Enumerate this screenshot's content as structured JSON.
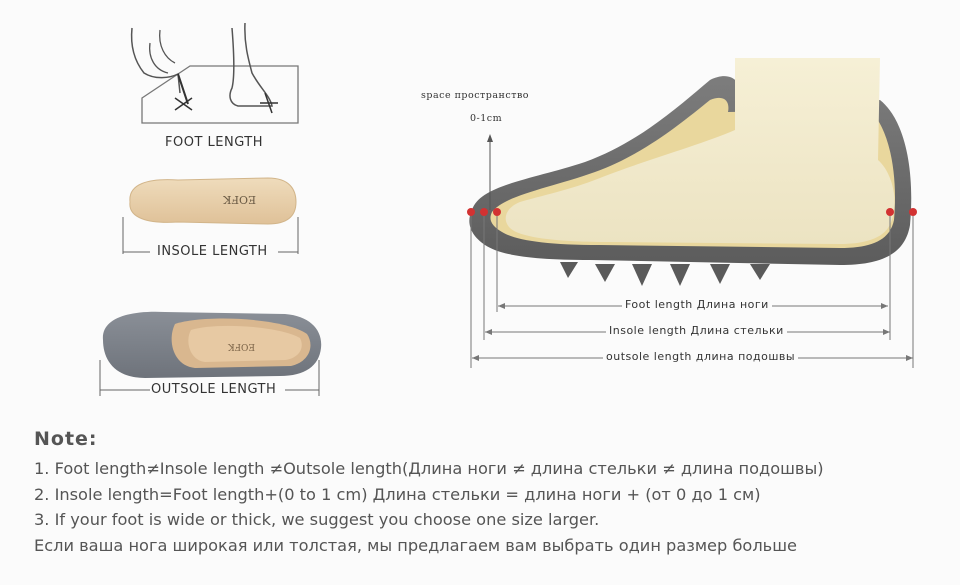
{
  "left_panel": {
    "foot_caption": "FOOT LENGTH",
    "insole_caption": "INSOLE LENGTH",
    "outsole_caption": "OUTSOLE LENGTH",
    "insole_brand": "EOFK"
  },
  "diagram": {
    "space_label": "space пространство",
    "space_value": "0-1cm",
    "foot_length_label": "Foot length Длина ноги",
    "insole_length_label": "Insole length  Длина стельки",
    "outsole_length_label": "outsole length длина подошвы"
  },
  "note": {
    "title": "Note:",
    "lines": [
      "1. Foot length≠Insole length ≠Outsole length(Длина ноги ≠ длина стельки ≠ длина подошвы)",
      "2. Insole length=Foot length+(0 to 1 cm)    Длина стельки = длина ноги + (от 0 до 1 см)",
      "3. If your foot is wide or thick, we suggest you choose one size larger.",
      "Если ваша нога широкая или толстая, мы предлагаем вам выбрать один размер больше"
    ]
  }
}
